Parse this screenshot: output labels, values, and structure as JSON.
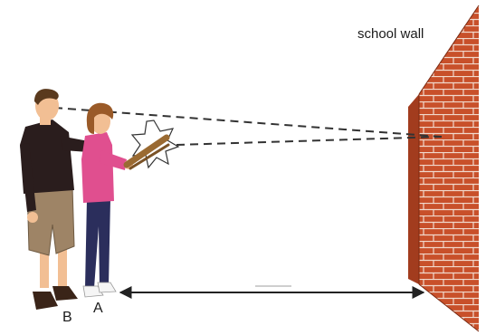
{
  "labels": {
    "wall": "school wall",
    "person_b": "B",
    "person_a": "A"
  },
  "colors": {
    "brick": "#c8502a",
    "brick_dark": "#a23c1e",
    "mortar": "#f1d9cc",
    "shirt_a": "#e04f8f",
    "pants_a": "#2b2e5c",
    "hair_a": "#9a5a28",
    "sweater_b": "#2a1d1d",
    "shorts_b": "#9e8466",
    "skin": "#f2bf94",
    "clapper": "#9a6a32",
    "line": "#333333"
  }
}
